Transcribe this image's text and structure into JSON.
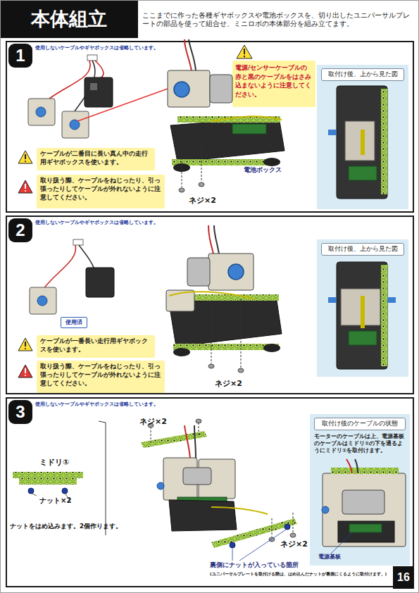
{
  "diagram": {
    "title": "本体組立",
    "nodes": [
      {
        "text": [
          "使用しないケーブルやギヤボックスは省略しています。"
        ]
      },
      {
        "text": [
          "1"
        ],
        "in": 0
      },
      {
        "text": [
          "電源/センサーケーブルの赤と黒のケーブルをはさみ込まないように注意してください。"
        ],
        "in": 0
      },
      {
        "text": [
          "ケーブルが二番目に長い真ん中の走行用ギヤボックスを使います。"
        ],
        "in": 0
      },
      {
        "text": [
          "取り扱う際、ケーブルをねじったり、引っ張ったりしてケーブルが外れないように注意してください。"
        ],
        "in": 0
      },
      {
        "text": [
          "取付け後、上から見た図"
        ],
        "in": 0
      },
      {
        "text": [
          "使用しないケーブルやギヤボックスは省略しています。"
        ]
      },
      {
        "text": [
          "2"
        ],
        "in": 6
      },
      {
        "text": [
          "使用済"
        ],
        "in": 6
      },
      {
        "text": [
          "ケーブルが一番長い走行用ギヤボックスを使います。"
        ],
        "in": 6
      },
      {
        "text": [
          "取り扱う際、ケーブルをねじったり、引っ張ったりしてケーブルが外れないように注意してください。"
        ],
        "in": 6
      },
      {
        "text": [
          "取付け後、上から見た図"
        ],
        "in": 6
      },
      {
        "text": [
          "使用しないケーブルやギヤボックスは省略しています。"
        ]
      },
      {
        "text": [
          "3"
        ],
        "in": 12
      },
      {
        "text": [
          "取付け後のケーブルの状態",
          "モーターのケーブルは上、電源基板のケーブルはミドリ①の下を通るようにミドリ①を取付けます。"
        ],
        "in": 12
      },
      {
        "text": [
          "16"
        ]
      }
    ],
    "labels": [
      "ここまでに作った各種ギヤボックスや電池ボックスを、切り出したユニバーサルプレートの部品を使って組合せ、ミニロボの本体部分を組み立てます。",
      "電池ボックス",
      "ネジ×2",
      "ネジ×2",
      "ネジ×2",
      "ミドリ①",
      "ナット×2",
      "ナットをはめ込みます。2個作ります。",
      "ネジ×2",
      "裏側にナットが入っている箇所",
      "(ユニバーサルプレートを取付ける際は、はめ込んだナットが裏側にくるように取付けます。)",
      "電源基板"
    ]
  }
}
